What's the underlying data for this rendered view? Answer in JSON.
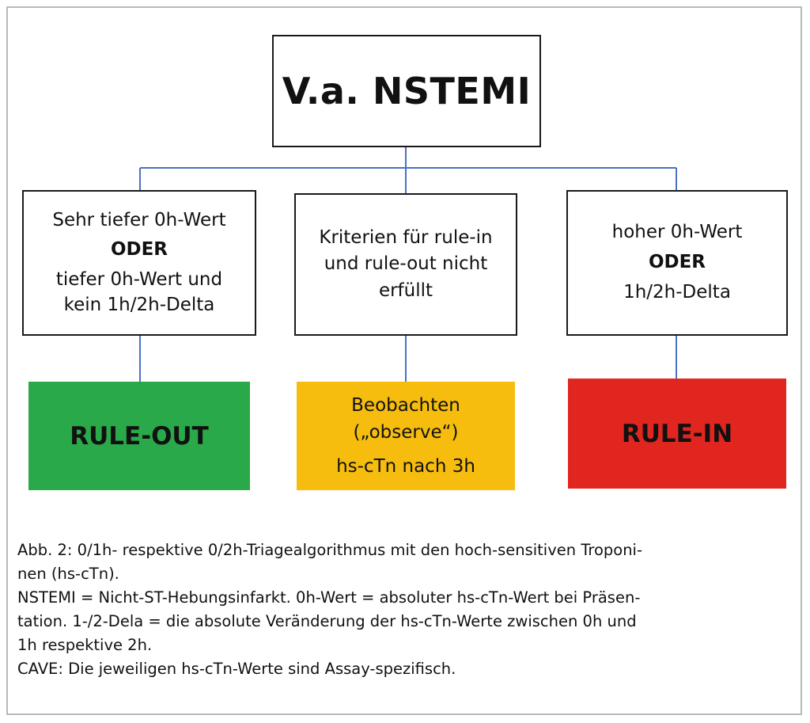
{
  "diagram": {
    "title": "V.a. NSTEMI",
    "branches": [
      {
        "criteria": [
          "Sehr tiefer 0h-Wert",
          "ODER",
          "tiefer 0h-Wert und",
          "kein 1h/2h-Delta"
        ],
        "result": [
          "RULE-OUT"
        ]
      },
      {
        "criteria": [
          "Kriterien für rule-in",
          "und rule-out nicht",
          "erfüllt"
        ],
        "result": [
          "Beobachten",
          "(„observe“)",
          "hs-cTn nach 3h"
        ]
      },
      {
        "criteria": [
          "hoher 0h-Wert",
          "ODER",
          "1h/2h-Delta"
        ],
        "result": [
          "RULE-IN"
        ]
      }
    ],
    "colors": {
      "rule_out": "#29a94a",
      "observe": "#f6bd0f",
      "rule_in": "#e1251f",
      "connector": "#4a72c4",
      "frame": "#b9b9b9"
    }
  },
  "caption": [
    "Abb. 2: 0/1h- respektive 0/2h-Triagealgorithmus mit den hoch-sensitiven Troponi-",
    "nen (hs-cTn).",
    "NSTEMI = Nicht-ST-Hebungsinfarkt. 0h-Wert = absoluter hs-cTn-Wert bei Präsen-",
    "tation. 1-/2-Dela = die absolute Veränderung der hs-cTn-Werte zwischen 0h und",
    "1h respektive 2h.",
    "CAVE: Die jeweiligen hs-cTn-Werte sind Assay-spezifisch."
  ]
}
